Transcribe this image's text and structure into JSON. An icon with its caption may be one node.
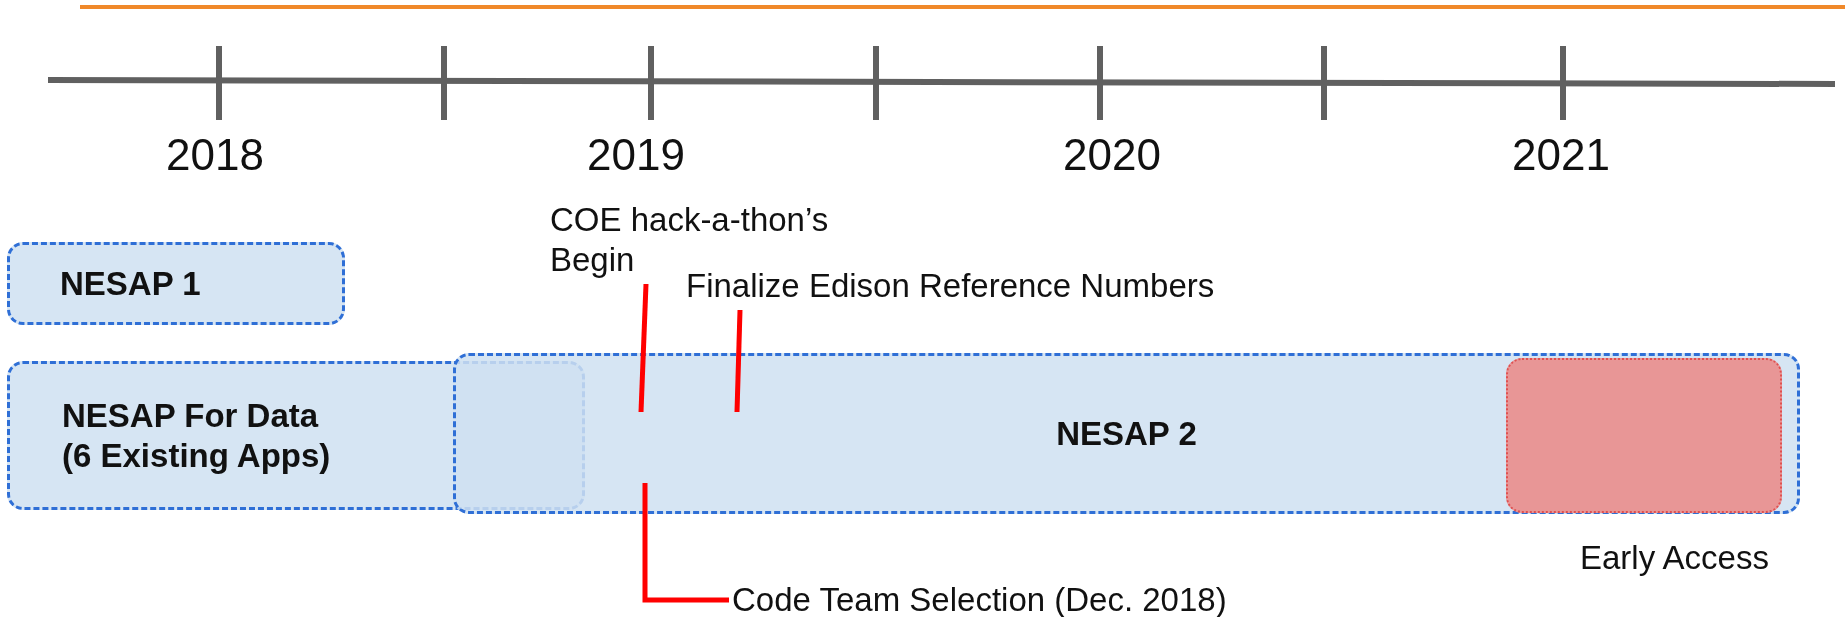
{
  "diagram": {
    "nodes": [
      {
        "text": [
          "COE hack-a-thon’s Begin"
        ]
      },
      {
        "text": [
          "NESAP 1"
        ]
      },
      {
        "text": [
          "Finalize Edison Reference Numbers"
        ]
      },
      {
        "text": [
          "NESAP For Data (6 Existing Apps)"
        ]
      },
      {
        "text": [
          "NESAP 2"
        ]
      },
      {
        "text": [],
        "shape": "box",
        "in": 4,
        "beside": [
          "Early Access"
        ]
      },
      {
        "text": [
          "Code Team Selection (Dec. 2018)"
        ]
      }
    ],
    "edges": [
      {
        "from": 0,
        "to": null,
        "arrow": "none"
      },
      {
        "from": 2,
        "to": null,
        "arrow": "none"
      },
      {
        "from": 6,
        "to": null,
        "arrow": "none"
      }
    ],
    "labels": [
      "2018",
      "2019",
      "2020",
      "2021"
    ]
  }
}
